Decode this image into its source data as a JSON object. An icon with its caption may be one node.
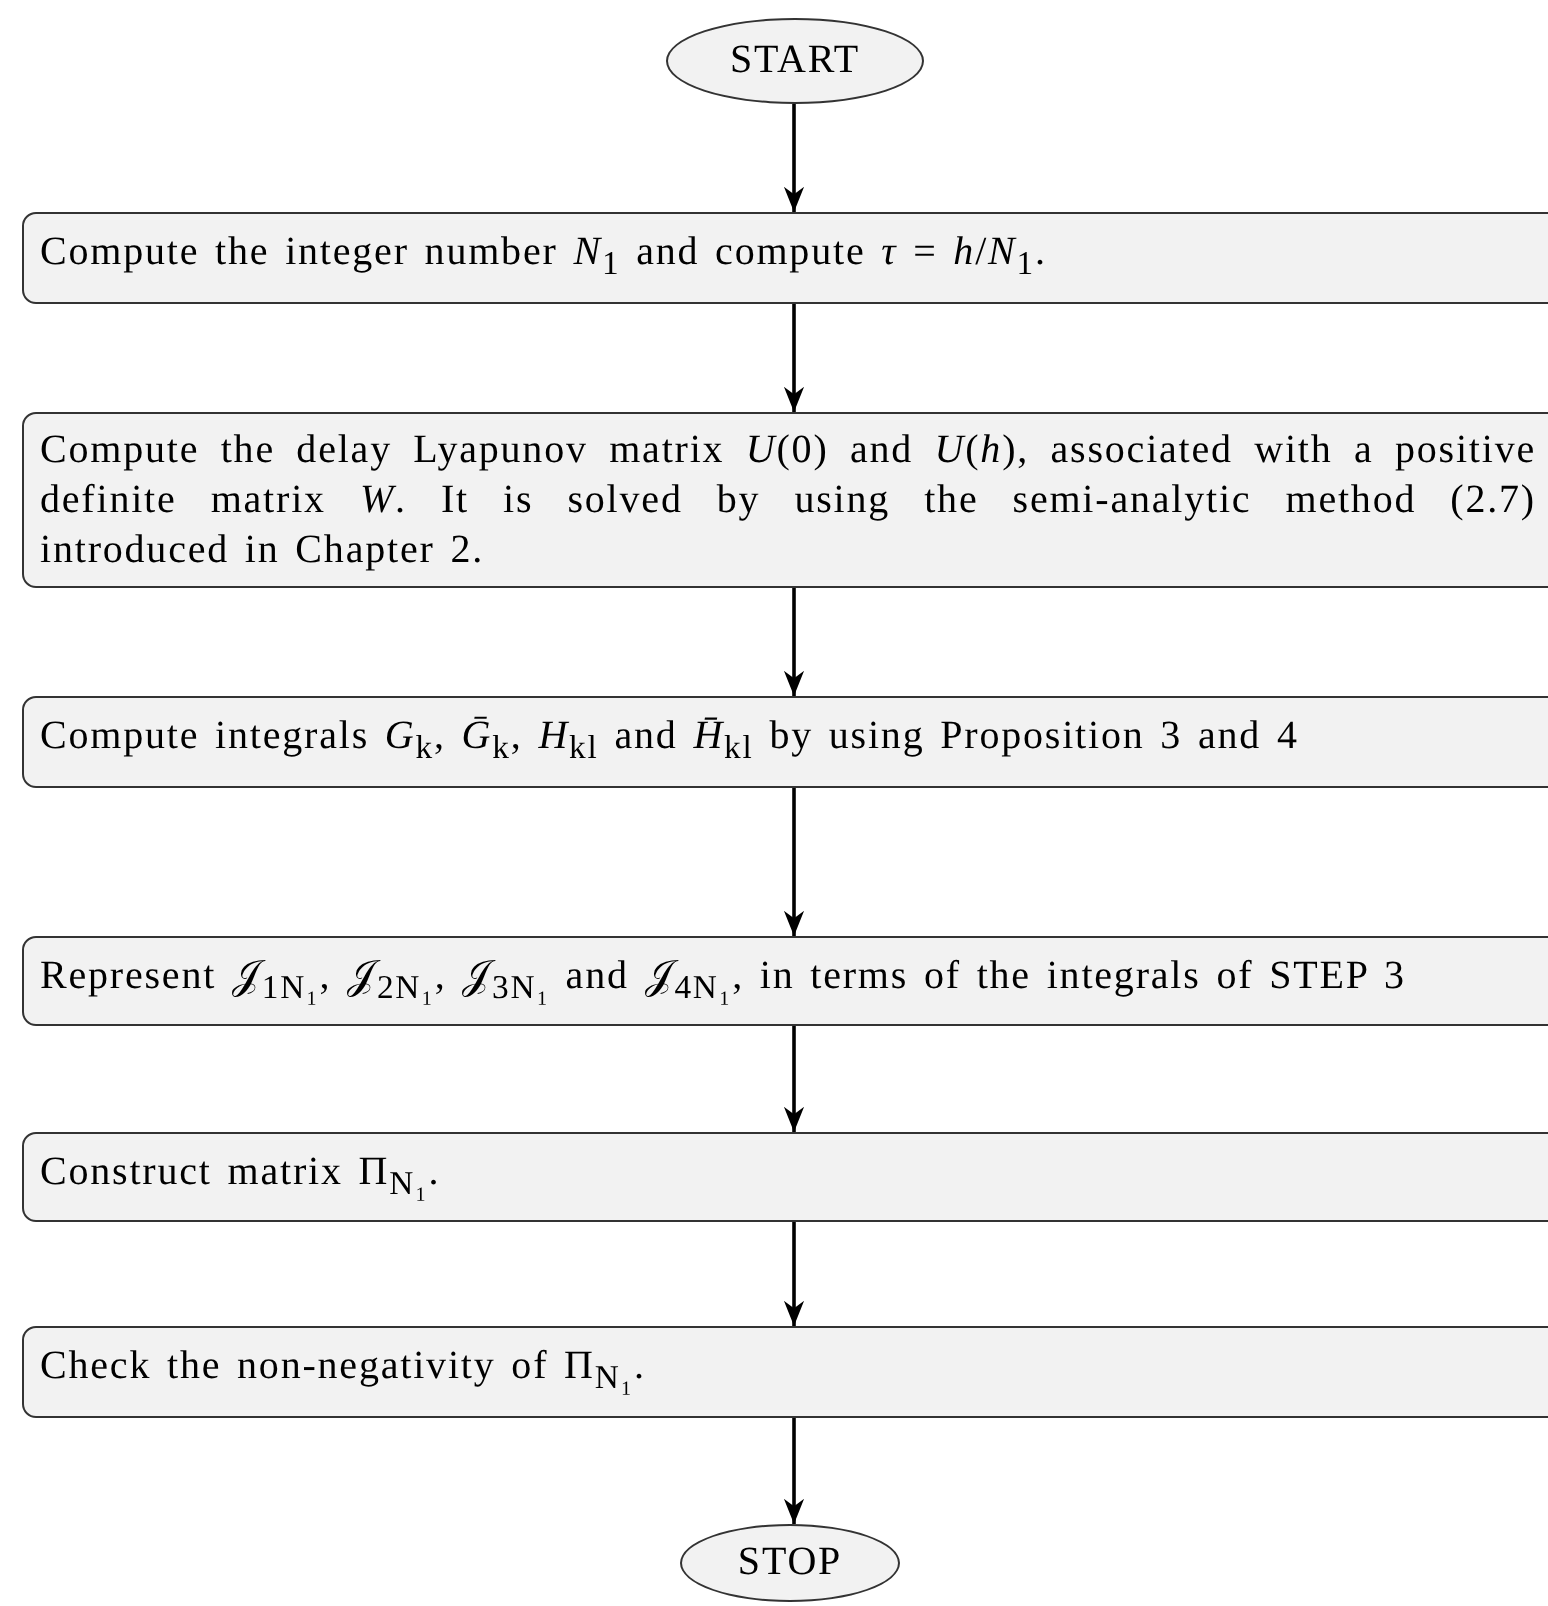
{
  "diagram": {
    "nodes": [
      {
        "text": [
          "START"
        ]
      },
      {
        "text": [
          "Compute the integer number *N*$_{1}$ and compute *τ* = *h*/*N*$_{1}$."
        ]
      },
      {
        "text": [
          "Compute the delay Lyapunov matrix *U*(0) and *U*(*h*), associated with a positive definite matrix *W*. It is solved by using the semi-analytic method (2.7) introduced in Chapter 2."
        ]
      },
      {
        "text": [
          "Compute integrals *G*$_{k}$, *Ḡ*$_{k}$, *H*$_{kl}$ and *H̄*$_{kl}$ by using Proposition 3 and 4"
        ]
      },
      {
        "text": [
          "Represent 𝒥$_{1N₁}$, 𝒥$_{2N₁}$, 𝒥$_{3N₁}$ and 𝒥$_{4N₁}$, in terms of the integrals of STEP 3"
        ]
      },
      {
        "text": [
          "Construct matrix Π$_{N₁}$."
        ]
      },
      {
        "text": [
          "Check the non-negativity of Π$_{N₁}$."
        ]
      },
      {
        "text": [
          "STOP"
        ]
      }
    ],
    "edges": [
      {
        "from": 0,
        "to": 1,
        "arrow": "to"
      },
      {
        "from": 1,
        "to": 2,
        "arrow": "to"
      },
      {
        "from": 2,
        "to": 3,
        "arrow": "to"
      },
      {
        "from": 3,
        "to": 4,
        "arrow": "to"
      },
      {
        "from": 4,
        "to": 5,
        "arrow": "to"
      },
      {
        "from": 5,
        "to": 6,
        "arrow": "to"
      },
      {
        "from": 6,
        "to": 7,
        "arrow": "to"
      }
    ]
  }
}
